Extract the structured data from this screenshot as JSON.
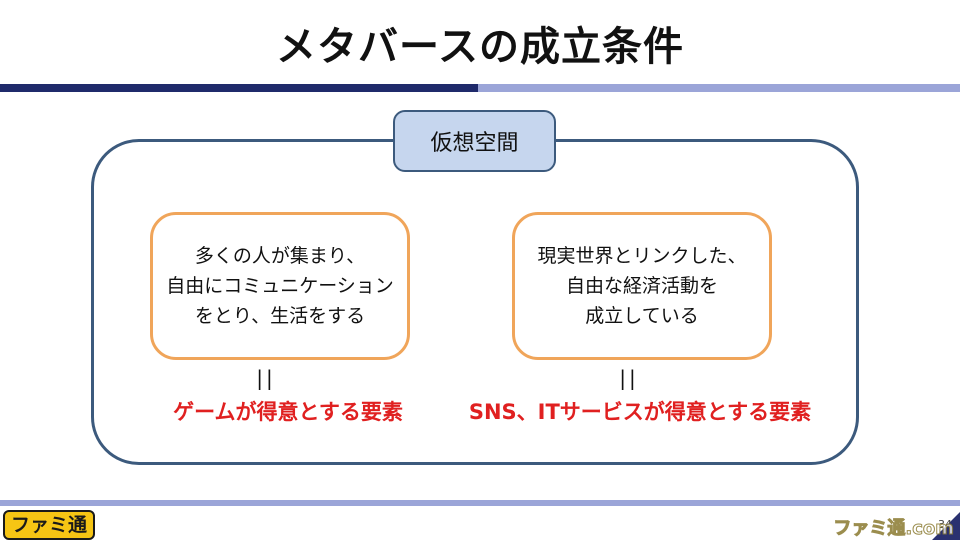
{
  "slide": {
    "title": "メタバースの成立条件",
    "space_label": "仮想空間",
    "left_card": {
      "lines": [
        "多くの人が集まり、",
        "自由にコミュニケーション",
        "をとり、生活をする"
      ]
    },
    "right_card": {
      "lines": [
        "現実世界とリンクした、",
        "自由な経済活動を",
        "成立している"
      ]
    },
    "equals_sign": "||",
    "left_caption": "ゲームが得意とする要素",
    "right_caption": "SNS、ITサービスが得意とする要素",
    "page_number": "34"
  },
  "branding": {
    "logo_text": "ファミ通",
    "watermark_text": "ファミ通.com"
  },
  "colors": {
    "bar_dark": "#1f2a6b",
    "bar_light": "#9ba5d8",
    "frame_border": "#3c5a7d",
    "label_fill": "#c6d6ee",
    "label_border": "#3c5a7d",
    "card_border": "#f0a55a",
    "caption_red": "#e02020"
  }
}
